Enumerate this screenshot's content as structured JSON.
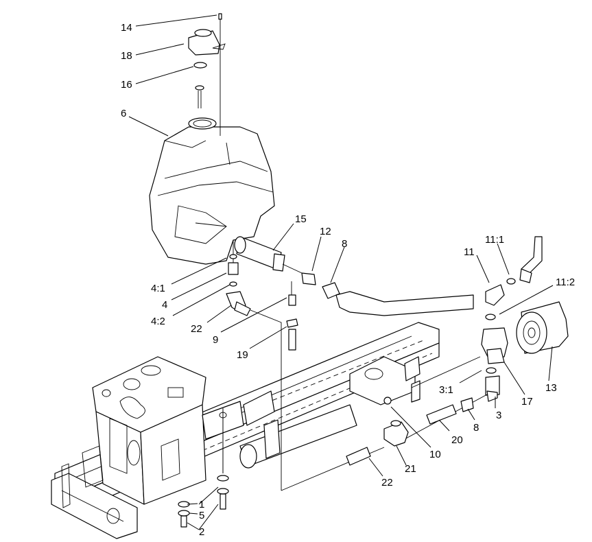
{
  "callouts": [
    {
      "id": "c14",
      "text": "14"
    },
    {
      "id": "c18",
      "text": "18"
    },
    {
      "id": "c16",
      "text": "16"
    },
    {
      "id": "c6",
      "text": "6"
    },
    {
      "id": "c15",
      "text": "15"
    },
    {
      "id": "c12",
      "text": "12"
    },
    {
      "id": "c8a",
      "text": "8"
    },
    {
      "id": "c11",
      "text": "11"
    },
    {
      "id": "c11_1",
      "text": "11:1"
    },
    {
      "id": "c11_2",
      "text": "11:2"
    },
    {
      "id": "c4_1",
      "text": "4:1"
    },
    {
      "id": "c4",
      "text": "4"
    },
    {
      "id": "c4_2",
      "text": "4:2"
    },
    {
      "id": "c22a",
      "text": "22"
    },
    {
      "id": "c9",
      "text": "9"
    },
    {
      "id": "c19",
      "text": "19"
    },
    {
      "id": "c13",
      "text": "13"
    },
    {
      "id": "c17",
      "text": "17"
    },
    {
      "id": "c3_1",
      "text": "3:1"
    },
    {
      "id": "c3",
      "text": "3"
    },
    {
      "id": "c8b",
      "text": "8"
    },
    {
      "id": "c20",
      "text": "20"
    },
    {
      "id": "c10",
      "text": "10"
    },
    {
      "id": "c21",
      "text": "21"
    },
    {
      "id": "c22b",
      "text": "22"
    },
    {
      "id": "c1",
      "text": "1"
    },
    {
      "id": "c5",
      "text": "5"
    },
    {
      "id": "c2",
      "text": "2"
    }
  ]
}
